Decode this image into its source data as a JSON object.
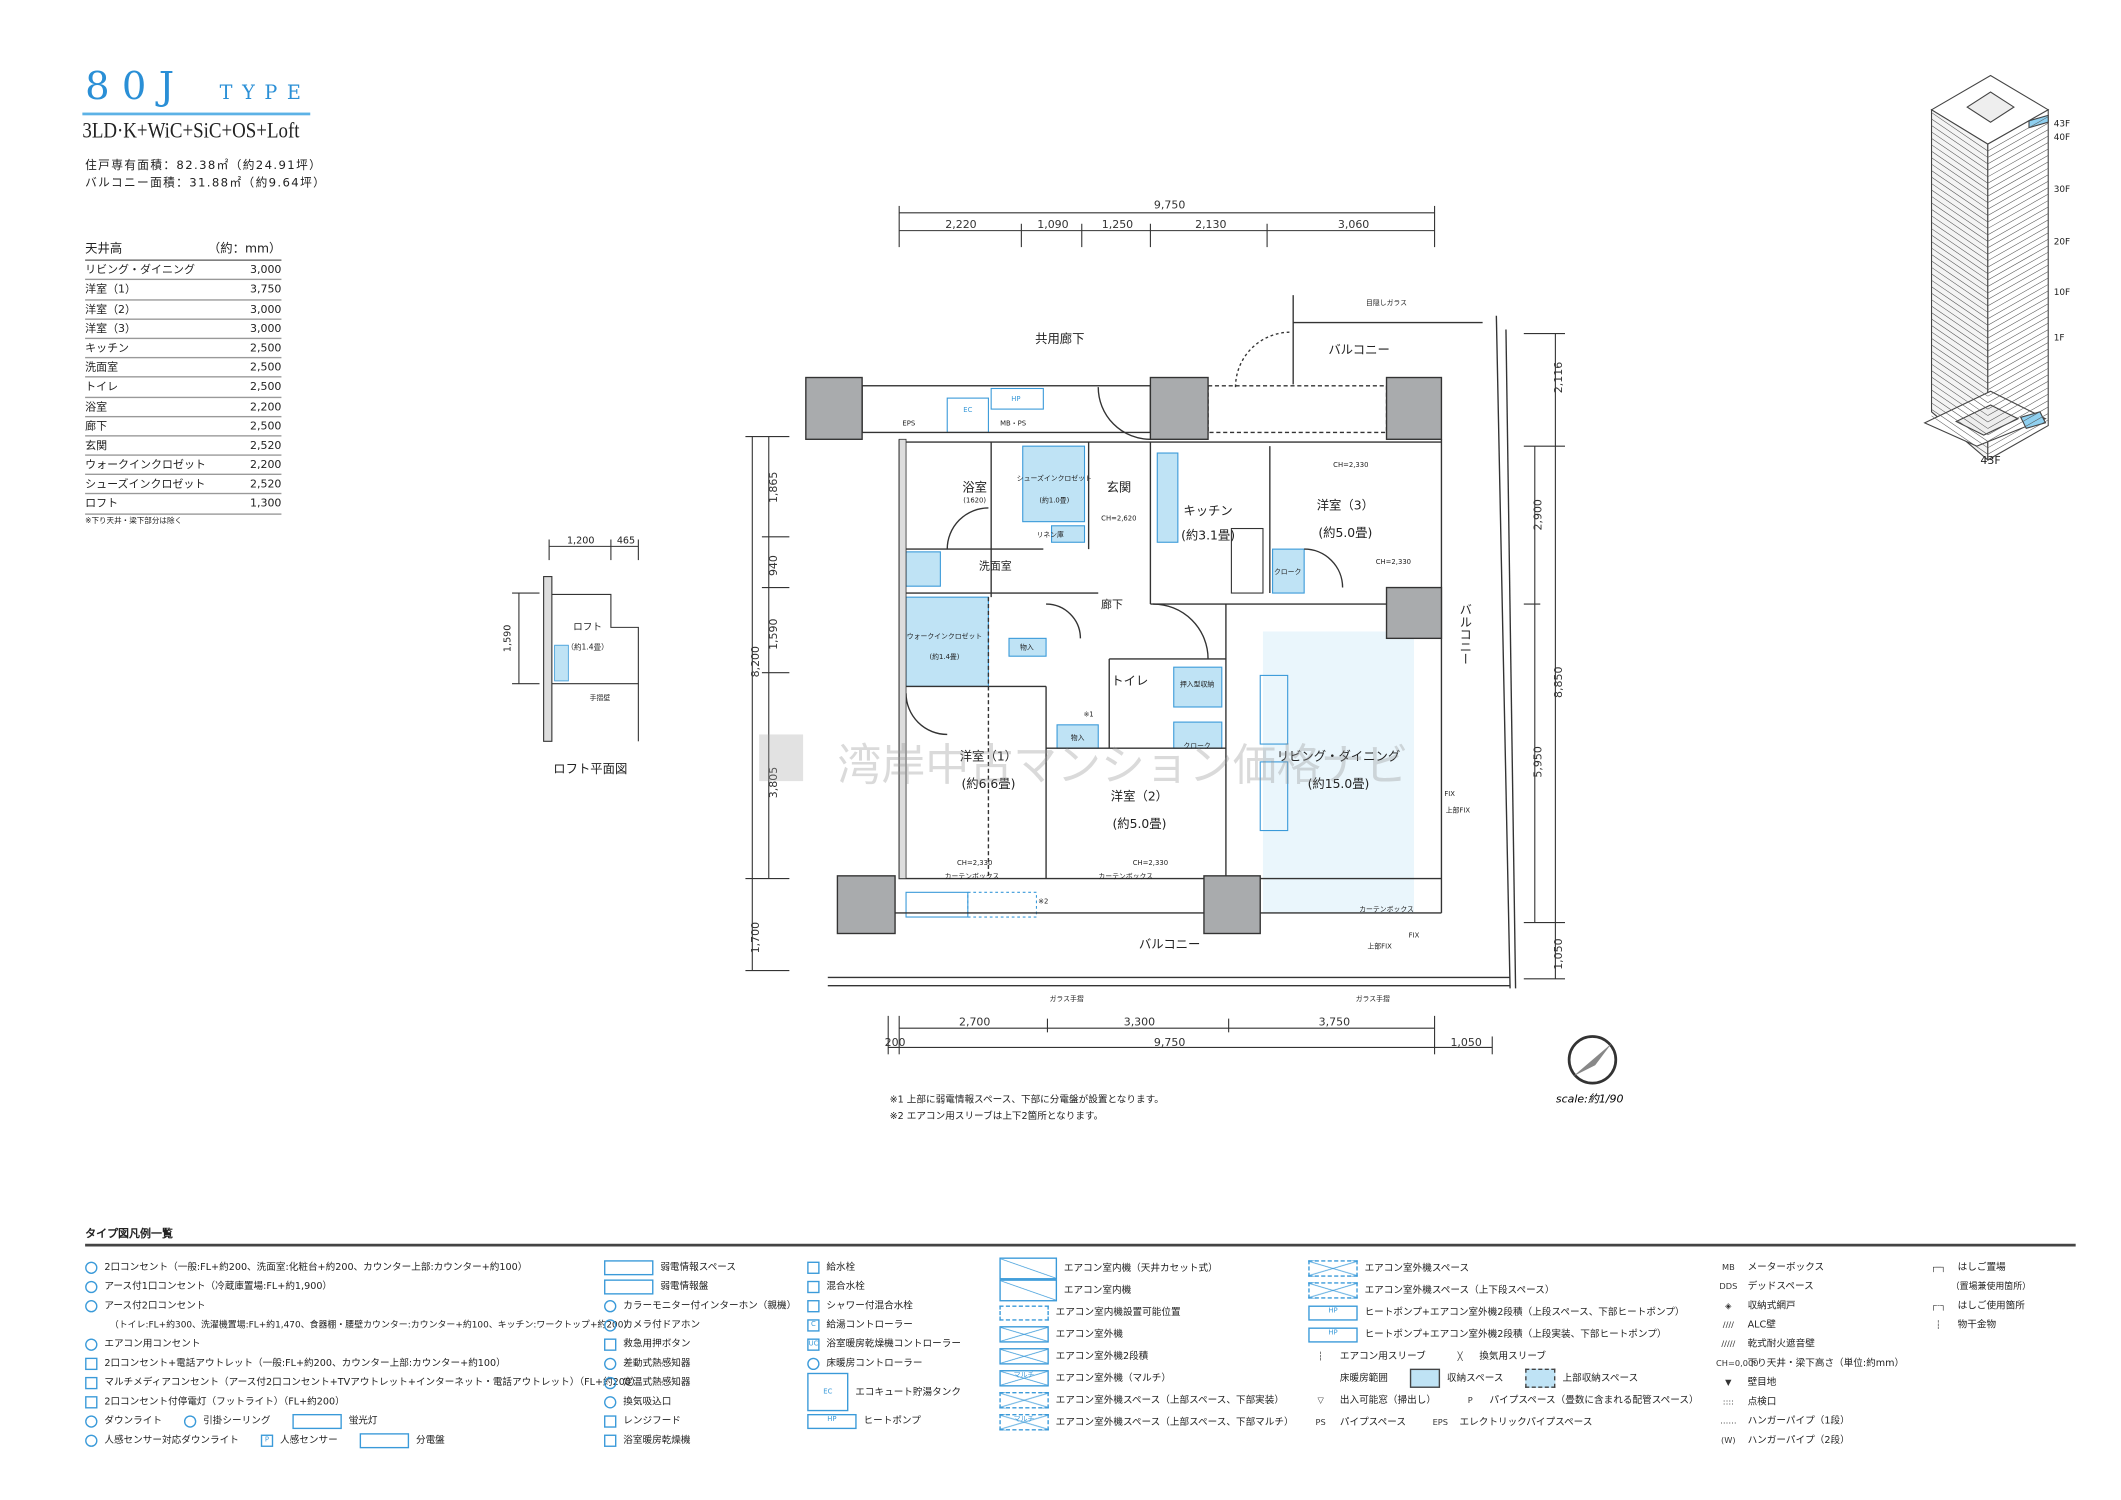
{
  "header": {
    "type_code": "80J",
    "type_word": "TYPE",
    "layout": "3LD·K+WiC+SiC+OS+Loft",
    "unit_area": "住戸専有面積：82.38㎡（約24.91坪）",
    "balcony_area": "バルコニー面積：31.88㎡（約9.64坪）"
  },
  "ceiling_table": {
    "title": "天井高",
    "unit": "（約：mm）",
    "rows": [
      [
        "リビング・ダイニング",
        "3,000"
      ],
      [
        "洋室（1）",
        "3,750"
      ],
      [
        "洋室（2）",
        "3,000"
      ],
      [
        "洋室（3）",
        "3,000"
      ],
      [
        "キッチン",
        "2,500"
      ],
      [
        "洗面室",
        "2,500"
      ],
      [
        "トイレ",
        "2,500"
      ],
      [
        "浴室",
        "2,200"
      ],
      [
        "廊下",
        "2,500"
      ],
      [
        "玄関",
        "2,520"
      ],
      [
        "ウォークインクロゼット",
        "2,200"
      ],
      [
        "シューズインクロゼット",
        "2,520"
      ],
      [
        "ロフト",
        "1,300"
      ]
    ],
    "note": "※下り天井・梁下部分は除く"
  },
  "loft_plan": {
    "dims": [
      "1,200",
      "465",
      "1,590"
    ],
    "room": "ロフト",
    "size": "（約1.4畳）",
    "rail": "手摺壁",
    "title": "ロフト平面図"
  },
  "plan": {
    "top_dims": {
      "total": "9,750",
      "parts": [
        "2,220",
        "1,090",
        "1,250",
        "2,130",
        "3,060"
      ]
    },
    "left_dims": {
      "total": "8,200",
      "parts": [
        "1,865",
        "940",
        "1,590",
        "3,805"
      ],
      "balcony": "1,700"
    },
    "right_dims": {
      "a": "2,116",
      "b": "2,900",
      "c": "5,950",
      "total": "8,850",
      "balcony": "1,050"
    },
    "bottom_dims": {
      "parts": [
        "2,700",
        "3,300",
        "3,750"
      ],
      "left": "200",
      "total": "9,750",
      "right": "1,050"
    },
    "labels": {
      "corridor": "共用廊下",
      "balcony_top": "バルコニー",
      "balcony_right": "バルコニー",
      "balcony_bottom": "バルコニー",
      "bath": "浴室",
      "bath_size": "(1620)",
      "shoes": "シューズインクロゼット",
      "shoes_size": "(約1.0畳)",
      "entrance": "玄関",
      "washroom": "洗面室",
      "wic": "ウォークインクロゼット",
      "wic_size": "(約1.4畳)",
      "hall": "廊下",
      "kitchen": "キッチン",
      "kitchen_size": "(約3.1畳)",
      "room3": "洋室（3）",
      "room3_size": "(約5.0畳)",
      "cloak": "クローク",
      "room1": "洋室（1）",
      "room1_size": "(約6.6畳)",
      "room2": "洋室（2）",
      "room2_size": "(約5.0畳)",
      "toilet": "トイレ",
      "ld": "リビング・ダイニング",
      "ld_size": "(約15.0畳)",
      "closet": "物入",
      "oshiire": "押入型収納",
      "cloak2": "クローク",
      "eps": "EPS",
      "ec": "EC",
      "hp": "HP",
      "mbps": "MB・PS",
      "linen": "リネン庫",
      "glass_rail": "ガラス手摺",
      "screen_glass": "目隠しガラス",
      "curtain_box": "カーテンボックス",
      "ch1": "CH=2,330",
      "ch2": "CH=2,620",
      "fix": "FIX",
      "upper_fix": "上部FIX",
      "note1_mark": "※1",
      "note2_mark": "※2"
    }
  },
  "notes": [
    "※1  上部に弱電情報スペース、下部に分電盤が設置となります。",
    "※2  エアコン用スリーブは上下2箇所となります。"
  ],
  "scale": "scale:約1/90",
  "building": {
    "floors": [
      "43F",
      "40F",
      "30F",
      "20F",
      "10F",
      "1F"
    ],
    "floor_plan_label": "43F",
    "accent": "#8fd0f0"
  },
  "watermark": "湾岸中古マンション価格ナビ",
  "colors": {
    "brand": "#2a8fd6",
    "storage": "#bfe3f5",
    "line": "#3a9ad9",
    "wall": "#a9abad"
  },
  "legend": {
    "title": "タイプ図凡例一覧",
    "columns": [
      [
        [
          {
            "icon": "circ",
            "label": "2口コンセント（一般:FL+約200、洗面室:化粧台+約200、カウンター上部:カウンター+約100）"
          }
        ],
        [
          {
            "icon": "circ",
            "label": "アース付1口コンセント（冷蔵庫置場:FL+約1,900）"
          }
        ],
        [
          {
            "icon": "circ",
            "label": "アース付2口コンセント",
            "sub": "（トイレ:FL+約300、洗濯機置場:FL+約1,470、食器棚・腰壁カウンター:カウンター+約100、キッチン:ワークトップ+約200）"
          }
        ],
        [
          {
            "icon": "circ",
            "label": "エアコン用コンセント"
          }
        ],
        [
          {
            "icon": "sq",
            "label": "2口コンセント+電話アウトレット（一般:FL+約200、カウンター上部:カウンター+約100）"
          }
        ],
        [
          {
            "icon": "sq",
            "label": "マルチメディアコンセント（アース付2口コンセント+TVアウトレット+インターネット・電話アウトレット）（FL+約200）"
          }
        ],
        [
          {
            "icon": "sq",
            "label": "2口コンセント付停電灯（フットライト）（FL+約200）"
          }
        ],
        [
          {
            "icon": "circ",
            "label": "ダウンライト"
          },
          {
            "icon": "circ",
            "label": "引掛シーリング"
          },
          {
            "icon": "box",
            "label": "蛍光灯"
          }
        ],
        [
          {
            "icon": "circ",
            "label": "人感センサー対応ダウンライト"
          },
          {
            "icon": "sq",
            "abbr": "P",
            "label": "人感センサー"
          },
          {
            "icon": "box",
            "label": "分電盤"
          }
        ]
      ],
      [
        [
          {
            "icon": "box",
            "label": "弱電情報スペース"
          }
        ],
        [
          {
            "icon": "box",
            "label": "弱電情報盤"
          }
        ],
        [
          {
            "icon": "circ",
            "label": "カラーモニター付インターホン（親機）"
          }
        ],
        [
          {
            "icon": "circ",
            "label": "カメラ付ドアホン"
          }
        ],
        [
          {
            "icon": "sq",
            "label": "救急用押ボタン"
          }
        ],
        [
          {
            "icon": "circ",
            "label": "差動式熱感知器"
          }
        ],
        [
          {
            "icon": "circ",
            "label": "定温式熱感知器"
          }
        ],
        [
          {
            "icon": "circ",
            "label": "換気吸込口"
          }
        ],
        [
          {
            "icon": "sq",
            "label": "レンジフード"
          }
        ],
        [
          {
            "icon": "sq",
            "label": "浴室暖房乾燥機"
          }
        ]
      ],
      [
        [
          {
            "icon": "sq",
            "label": "給水栓"
          }
        ],
        [
          {
            "icon": "sq",
            "label": "混合水栓"
          }
        ],
        [
          {
            "icon": "sq",
            "label": "シャワー付混合水栓"
          }
        ],
        [
          {
            "icon": "sq",
            "abbr": "C",
            "label": "給湯コントローラー"
          }
        ],
        [
          {
            "icon": "sq",
            "abbr": "UC",
            "label": "浴室暖房乾燥機コントローラー"
          }
        ],
        [
          {
            "icon": "circ",
            "label": "床暖房コントローラー"
          }
        ],
        [
          {
            "icon": "tall",
            "abbr": "EC",
            "label": "エコキュート貯湯タンク"
          }
        ],
        [
          {
            "icon": "box",
            "abbr": "HP",
            "label": "ヒートポンプ"
          }
        ]
      ],
      [
        [
          {
            "icon": "big",
            "label": "エアコン室内機（天井カセット式）"
          }
        ],
        [
          {
            "icon": "big",
            "label": "エアコン室内機"
          }
        ],
        [
          {
            "icon": "box dash",
            "label": "エアコン室内機設置可能位置"
          }
        ],
        [
          {
            "icon": "x",
            "label": "エアコン室外機"
          }
        ],
        [
          {
            "icon": "x",
            "label": "エアコン室外機2段積"
          }
        ],
        [
          {
            "icon": "x",
            "abbr": "マルチ",
            "label": "エアコン室外機（マルチ）"
          }
        ],
        [
          {
            "icon": "x dash",
            "label": "エアコン室外機スペース（上部スペース、下部実装）"
          }
        ],
        [
          {
            "icon": "x dash",
            "abbr": "マルチ",
            "label": "エアコン室外機スペース（上部スペース、下部マルチ）"
          }
        ]
      ],
      [
        [
          {
            "icon": "x dash",
            "label": "エアコン室外機スペース"
          }
        ],
        [
          {
            "icon": "x dash",
            "label": "エアコン室外機スペース（上下段スペース）"
          }
        ],
        [
          {
            "icon": "box",
            "abbr": "HP",
            "label": "ヒートポンプ+エアコン室外機2段積（上段スペース、下部ヒートポンプ）"
          }
        ],
        [
          {
            "icon": "box",
            "abbr": "HP",
            "label": "ヒートポンプ+エアコン室外機2段積（上段実装、下部ヒートポンプ）"
          }
        ],
        [
          {
            "icon": "none",
            "abbr": "┆",
            "label": "エアコン用スリーブ"
          },
          {
            "icon": "none",
            "abbr": "╳",
            "label": "換気用スリーブ"
          }
        ],
        [
          {
            "icon": "none",
            "label": "床暖房範囲"
          },
          {
            "icon": "fill",
            "label": "収納スペース"
          },
          {
            "icon": "fill dash",
            "label": "上部収納スペース"
          }
        ],
        [
          {
            "icon": "none",
            "abbr": "▽",
            "label": "出入可能窓（掃出し）"
          },
          {
            "icon": "none",
            "abbr": "P",
            "label": "パイプスペース（畳数に含まれる配管スペース）"
          }
        ],
        [
          {
            "icon": "none",
            "abbr": "PS",
            "label": "パイプスペース"
          },
          {
            "icon": "none",
            "abbr": "EPS",
            "label": "エレクトリックパイプスペース"
          }
        ]
      ],
      [
        [
          {
            "icon": "none",
            "abbr": "MB",
            "label": "メーターボックス"
          }
        ],
        [
          {
            "icon": "none",
            "abbr": "DDS",
            "label": "デッドスペース"
          }
        ],
        [
          {
            "icon": "none",
            "abbr": "◈",
            "label": "収納式網戸"
          }
        ],
        [
          {
            "icon": "none",
            "abbr": "////",
            "label": "ALC壁"
          }
        ],
        [
          {
            "icon": "none",
            "abbr": "/////",
            "label": "乾式耐火遮音壁"
          }
        ],
        [
          {
            "icon": "none",
            "abbr": "CH=0,000",
            "label": "下り天井・梁下高さ（単位:約mm）"
          }
        ],
        [
          {
            "icon": "none",
            "abbr": "▼",
            "label": "壁目地"
          }
        ],
        [
          {
            "icon": "none",
            "abbr": "::::",
            "label": "点検口"
          }
        ],
        [
          {
            "icon": "none",
            "abbr": "……",
            "label": "ハンガーパイプ（1段）"
          }
        ],
        [
          {
            "icon": "none",
            "abbr": "(W)",
            "label": "ハンガーパイプ（2段）"
          }
        ]
      ],
      [
        [
          {
            "icon": "none",
            "abbr": "┌─┐",
            "label": "はしご置場",
            "sub": "（置場兼使用箇所）"
          }
        ],
        [
          {
            "icon": "none",
            "abbr": "┌┄┐",
            "label": "はしご使用箇所"
          }
        ],
        [
          {
            "icon": "none",
            "abbr": "┆",
            "label": "物干金物"
          }
        ]
      ]
    ]
  }
}
